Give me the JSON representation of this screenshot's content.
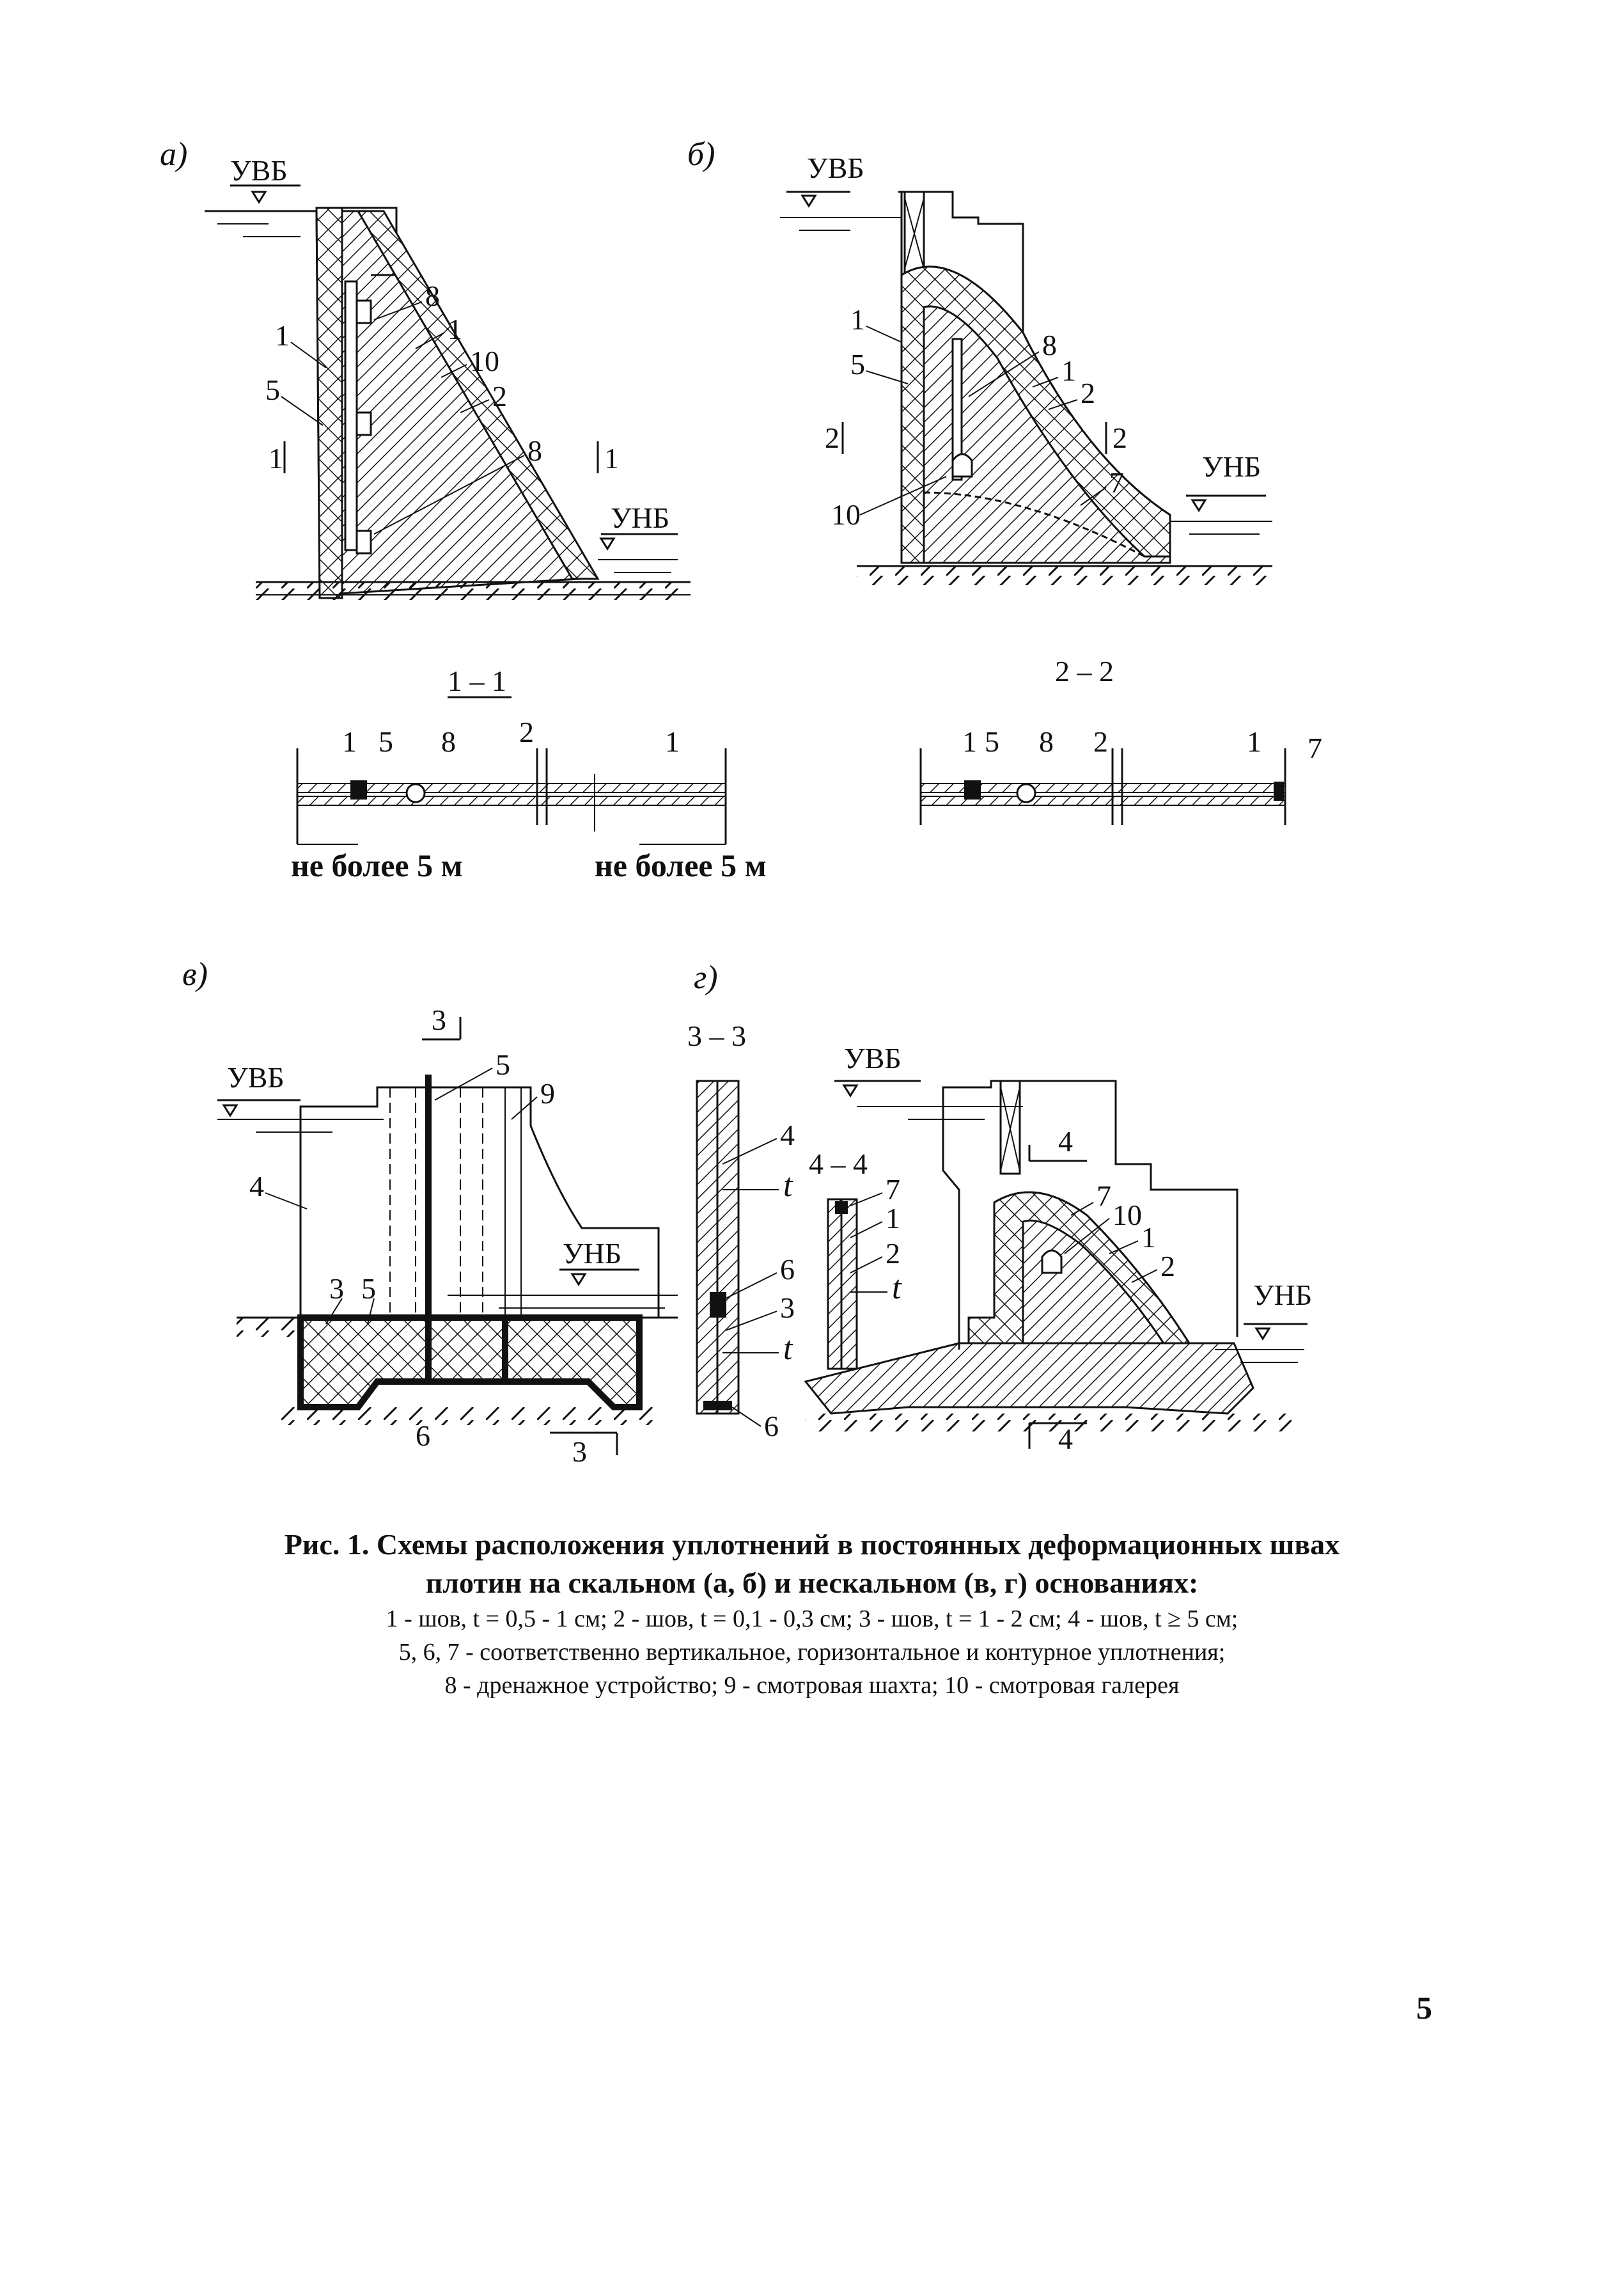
{
  "panels": {
    "a": {
      "tag": "а)",
      "uvb": "УВБ",
      "unb": "УНБ",
      "sec_mark": "1",
      "numbers": [
        "1",
        "5",
        "8",
        "1",
        "10",
        "2",
        "8"
      ],
      "section_title": "1 – 1",
      "section_numbers": [
        "1",
        "5",
        "8",
        "2",
        "1"
      ],
      "dim_left": "не более 5 м",
      "dim_right": "не более 5 м"
    },
    "b": {
      "tag": "б)",
      "uvb": "УВБ",
      "unb": "УНБ",
      "sec_mark": "2",
      "numbers": [
        "1",
        "5",
        "8",
        "1",
        "2",
        "7",
        "10"
      ],
      "section_title": "2 – 2",
      "section_numbers": [
        "1",
        "5",
        "8",
        "2",
        "1",
        "7"
      ]
    },
    "v": {
      "tag": "в)",
      "uvb": "УВБ",
      "unb": "УНБ",
      "sec_mark": "3",
      "numbers": [
        "5",
        "9",
        "4",
        "3",
        "5",
        "6"
      ]
    },
    "g": {
      "tag": "г)",
      "uvb": "УВБ",
      "unb": "УНБ",
      "section_33": "3 – 3",
      "section_44": "4 – 4",
      "sec_mark": "4",
      "numbers_33": [
        "4",
        "t",
        "6",
        "3",
        "t",
        "6"
      ],
      "numbers_44": [
        "7",
        "1",
        "2",
        "t"
      ],
      "numbers_dam": [
        "7",
        "10",
        "1",
        "2"
      ]
    }
  },
  "caption": {
    "title_line1": "Рис. 1. Схемы расположения уплотнений в постоянных деформационных швах",
    "title_line2": "плотин на скальном (а, б) и нескальном (в, г) основаниях:",
    "legend_line1": "1 - шов, t = 0,5 - 1 см; 2 - шов, t = 0,1 - 0,3 см; 3 - шов, t = 1 - 2 см; 4 - шов, t ≥ 5 см;",
    "legend_line2": "5, 6, 7 - соответственно вертикальное, горизонтальное и контурное уплотнения;",
    "legend_line3": "8 - дренажное устройство; 9 - смотровая шахта; 10 - смотровая галерея"
  },
  "page_number": "5"
}
